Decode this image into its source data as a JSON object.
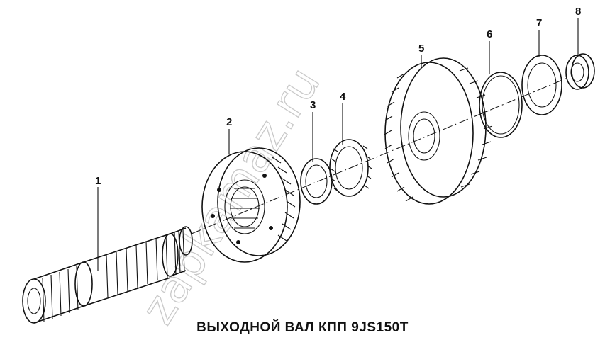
{
  "title": "ВЫХОДНОЙ ВАЛ КПП 9JS150T",
  "watermark": "zapkamaz.ru",
  "callouts": [
    "1",
    "2",
    "3",
    "4",
    "5",
    "6",
    "7",
    "8"
  ]
}
